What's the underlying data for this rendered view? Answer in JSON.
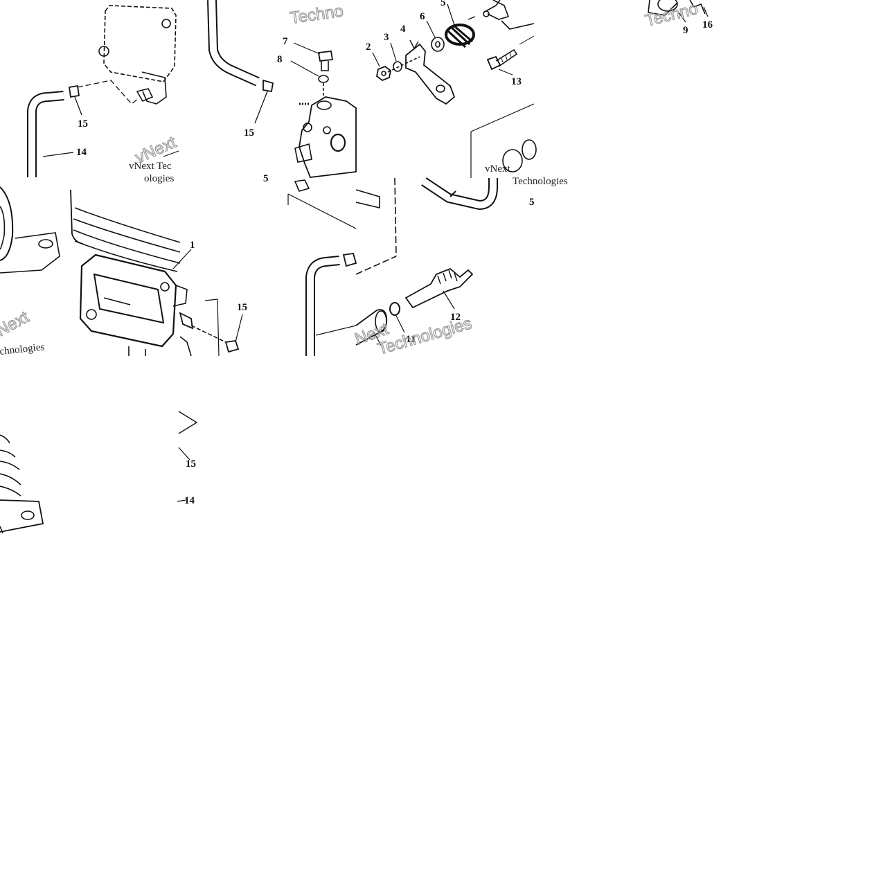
{
  "diagram": {
    "part_callouts": {
      "p1": "1",
      "p2": "2",
      "p3": "3",
      "p4": "4",
      "p5": "5",
      "p6": "6",
      "p7": "7",
      "p8": "8",
      "p9": "9",
      "p11": "11",
      "p12": "12",
      "p13": "13",
      "p14": "14",
      "p15": "15",
      "p16": "16"
    },
    "watermark_words": {
      "technologies": "Technologies",
      "vnext_tec": "vNext Tec",
      "vnext": "vNext",
      "techno": "Techno",
      "ologies": "ologies",
      "chnologies": "chnologies",
      "next": "Next"
    }
  }
}
